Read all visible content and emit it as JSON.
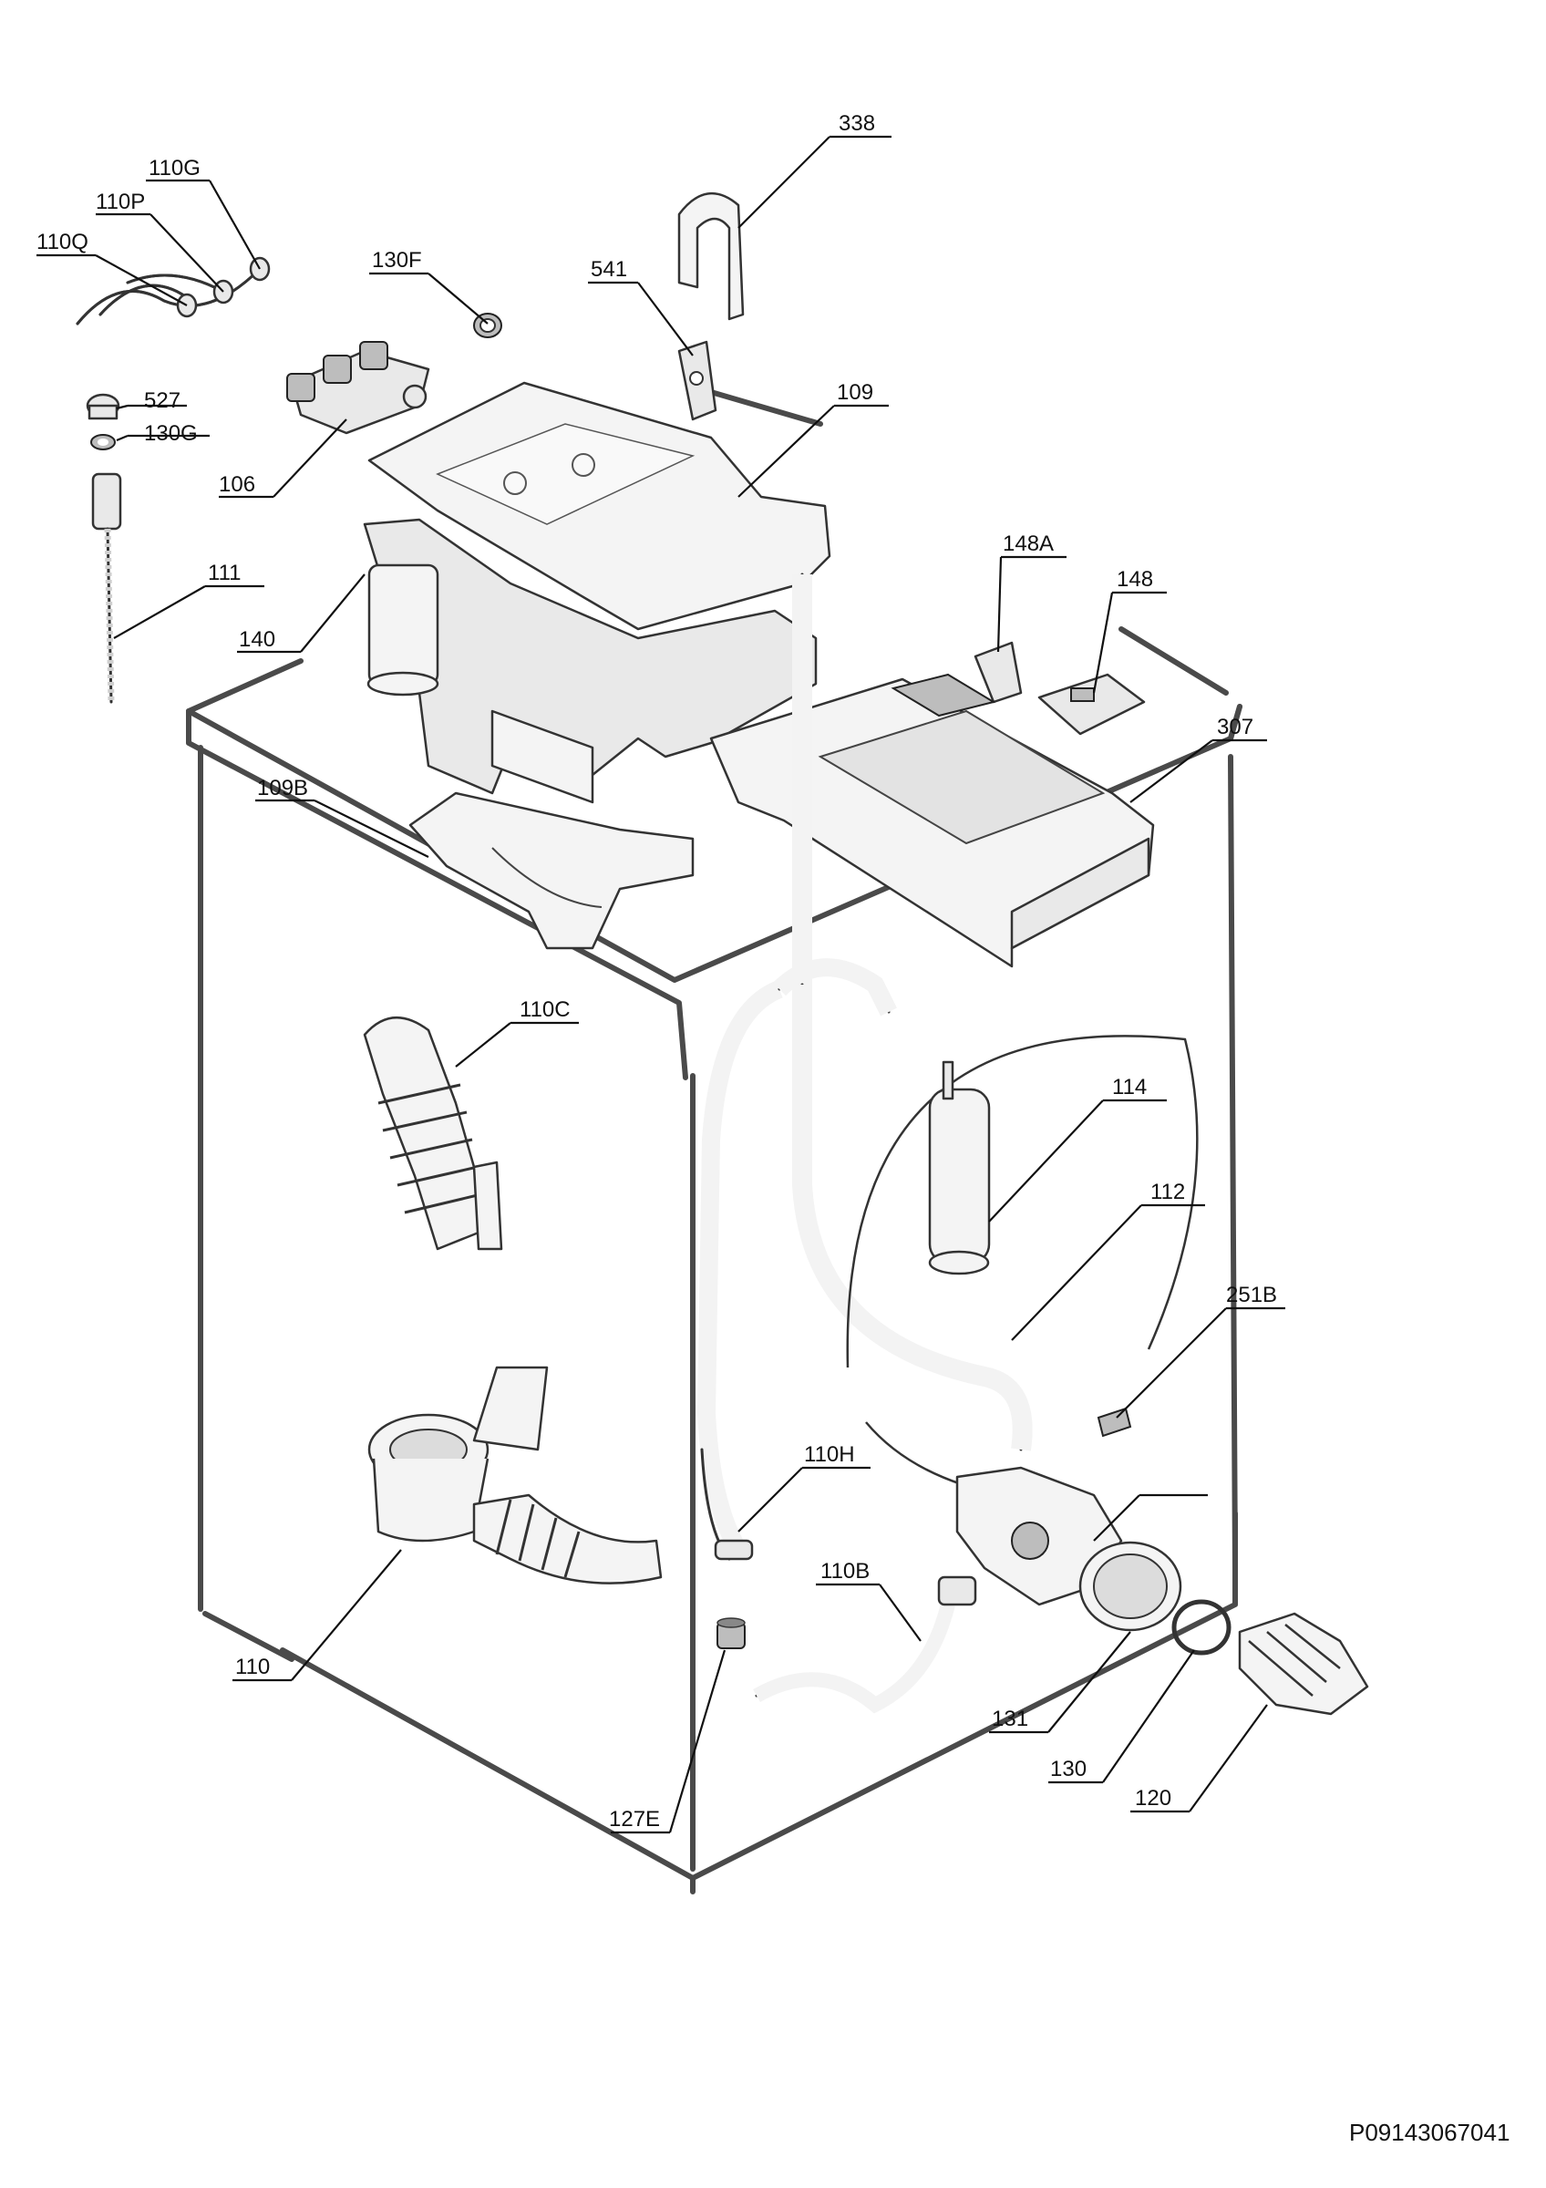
{
  "callouts": {
    "c338": "338",
    "c110G": "110G",
    "c110P": "110P",
    "c110Q": "110Q",
    "c130F": "130F",
    "c541": "541",
    "c527": "527",
    "c130G": "130G",
    "c109": "109",
    "c106": "106",
    "c111": "111",
    "c140": "140",
    "c148A": "148A",
    "c148": "148",
    "c307": "307",
    "c109B": "109B",
    "c110C": "110C",
    "c114": "114",
    "c112": "112",
    "c251B": "251B",
    "c110H": "110H",
    "c110B": "110B",
    "c110": "110",
    "c131": "131",
    "c130": "130",
    "c120": "120",
    "c127E": "127E"
  },
  "document_id": "P09143067041",
  "colors": {
    "line": "#111111",
    "outline": "#4a4a4a",
    "fill": "#e9e9e9"
  }
}
